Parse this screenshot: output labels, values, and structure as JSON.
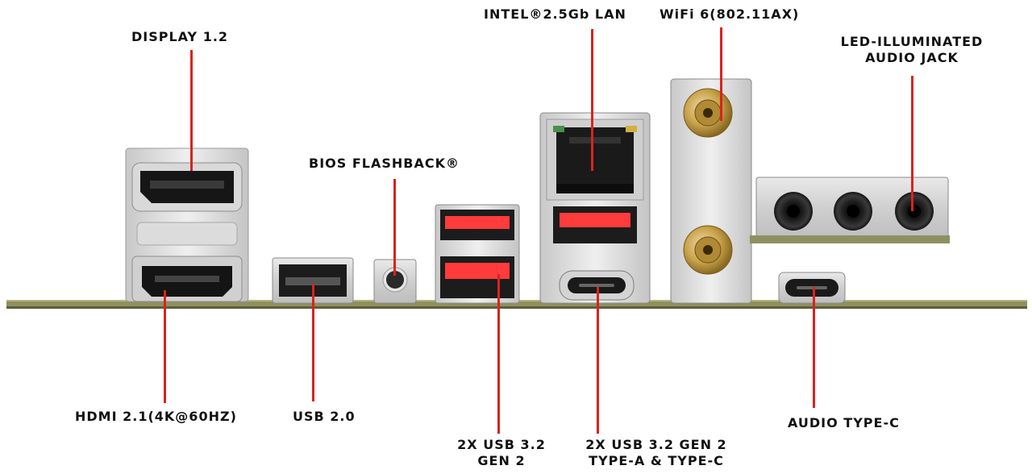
{
  "diagram": {
    "colors": {
      "accent": "#d8241d",
      "usb_red": "#ff3b3b",
      "gold": "#c9a24a",
      "pcb": "#8f9060"
    },
    "labels": {
      "display": "DISPLAY 1.2",
      "hdmi": "HDMI 2.1(4K@60HZ)",
      "usb20": "USB 2.0",
      "bios": "BIOS FLASHBACK®",
      "usb32_1": "2X USB 3.2",
      "usb32_2": "GEN 2",
      "lan": "INTEL®2.5Gb LAN",
      "ac_1": "2X USB 3.2 GEN 2",
      "ac_2": "TYPE-A & TYPE-C",
      "wifi": "WiFi 6(802.11AX)",
      "led_1": "LED-ILLUMINATED",
      "led_2": "AUDIO JACK",
      "audioc": "AUDIO TYPE-C"
    }
  }
}
